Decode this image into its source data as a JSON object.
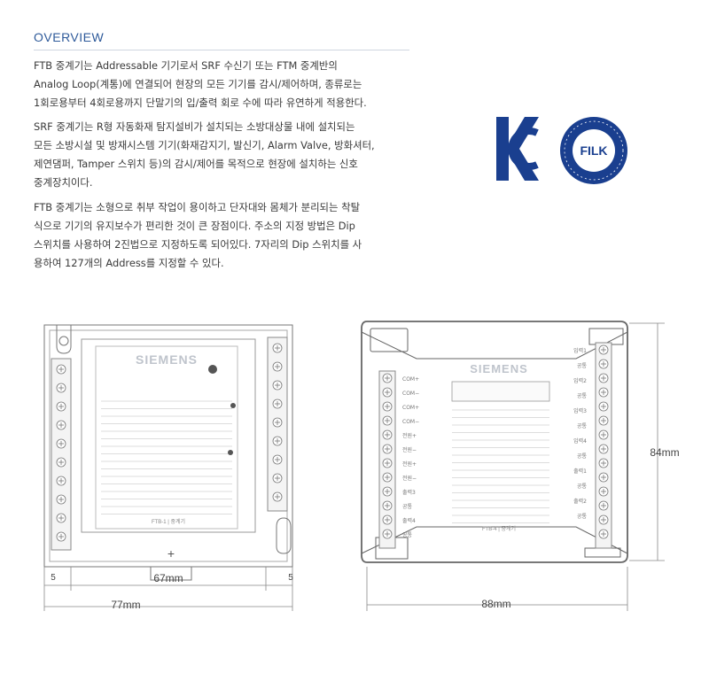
{
  "heading": "OVERVIEW",
  "paragraphs": [
    {
      "lines": [
        "FTB 중계기는 Addressable 기기로서 SRF 수신기 또는 FTM  중계반의",
        "Analog Loop(계통)에 연결되어 현장의 모든 기기를 감시/제어하며, 종류로는",
        "1회로용부터 4회로용까지 단말기의 입/출력 회로 수에 따라 유연하게 적용한다."
      ]
    },
    {
      "lines": [
        "SRF 중계기는 R형 자동화재 탐지설비가 설치되는 소방대상물 내에 설치되는",
        "모든 소방시설 및 방재시스템 기기(화재감지기, 발신기, Alarm Valve, 방화셔터,",
        "제연댐퍼, Tamper 스위치 등)의 감시/제어를 목적으로 현장에 설치하는 신호",
        "중계장치이다."
      ]
    },
    {
      "lines": [
        "FTB 중계기는 소형으로 취부 작업이 용이하고 단자대와 몸체가 분리되는 착탈",
        "식으로 기기의 유지보수가 편리한 것이 큰 장점이다. 주소의 지정 방법은 Dip",
        "스위치를 사용하여 2진법으로 지정하도록 되어있다. 7자리의 Dip 스위치를 사",
        "용하여 127개의 Address를 지정할 수 있다."
      ]
    }
  ],
  "logos": {
    "kc_color": "#1a3f8f",
    "filk_ring_text_top": "한국소방산업기술원",
    "filk_center": "FILK",
    "filk_color": "#1a3f8f"
  },
  "left_drawing": {
    "brand": "SIEMENS",
    "model_label": "FTB-1 | 중계기",
    "dims": {
      "inner": "67mm",
      "outer": "77mm",
      "margin_left": "5",
      "margin_right": "5"
    },
    "plus_symbol": "+"
  },
  "right_drawing": {
    "brand": "SIEMENS",
    "model_label": "FTB-4 | 중계기",
    "dims": {
      "width": "88mm",
      "height": "84mm"
    },
    "left_terminals": [
      "COM+",
      "COM−",
      "COM+",
      "COM−",
      "전원+",
      "전원−",
      "전원+",
      "전원−",
      "출력3",
      "공통",
      "출력4",
      "공통"
    ],
    "right_terminals": [
      "입력1",
      "공통",
      "입력2",
      "공통",
      "입력3",
      "공통",
      "입력4",
      "공통",
      "출력1",
      "공통",
      "출력2",
      "공통"
    ]
  },
  "colors": {
    "heading": "#2e5a9a",
    "line": "#7a7a7a",
    "text": "#3a3a3a"
  }
}
